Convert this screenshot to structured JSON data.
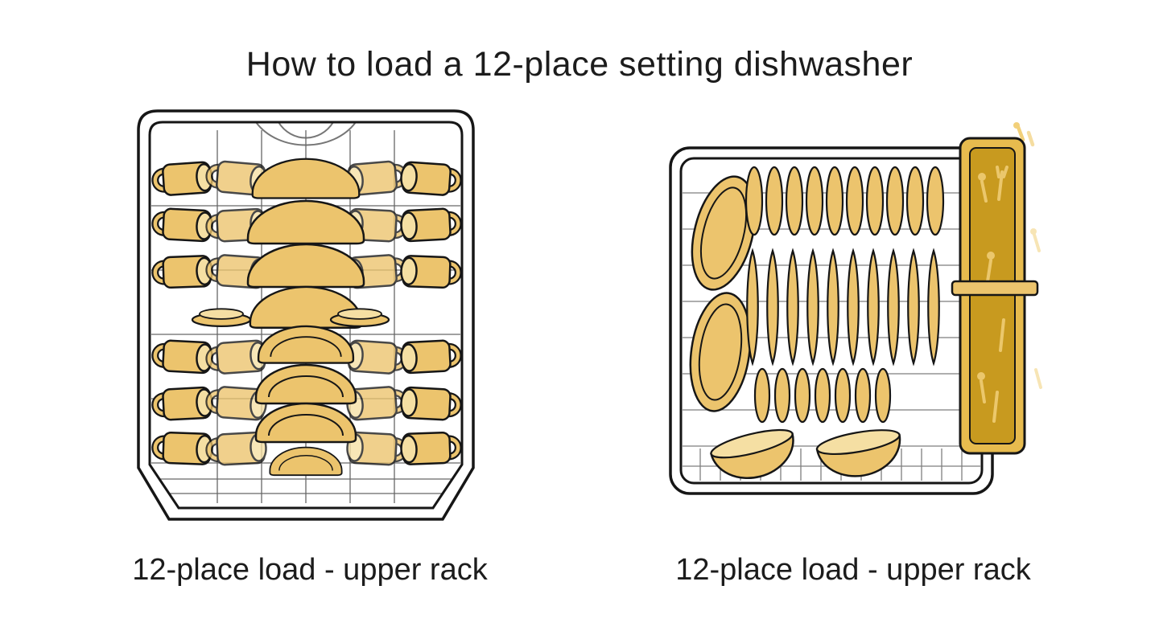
{
  "title": "How to load a 12-place setting dishwasher",
  "diagrams": {
    "left": {
      "caption": "12-place load - upper rack"
    },
    "right": {
      "caption": "12-place load - upper rack"
    }
  },
  "colors": {
    "outline": "#161616",
    "dish": "#ecc46d",
    "dish_light": "#f5dfa3",
    "dish_fade": "#f0d48e",
    "basket_frame": "#e7bb4e",
    "basket_inner": "#c89a1f",
    "utensil": "#f2d07a",
    "text": "#1c1c1c",
    "background": "#ffffff"
  }
}
